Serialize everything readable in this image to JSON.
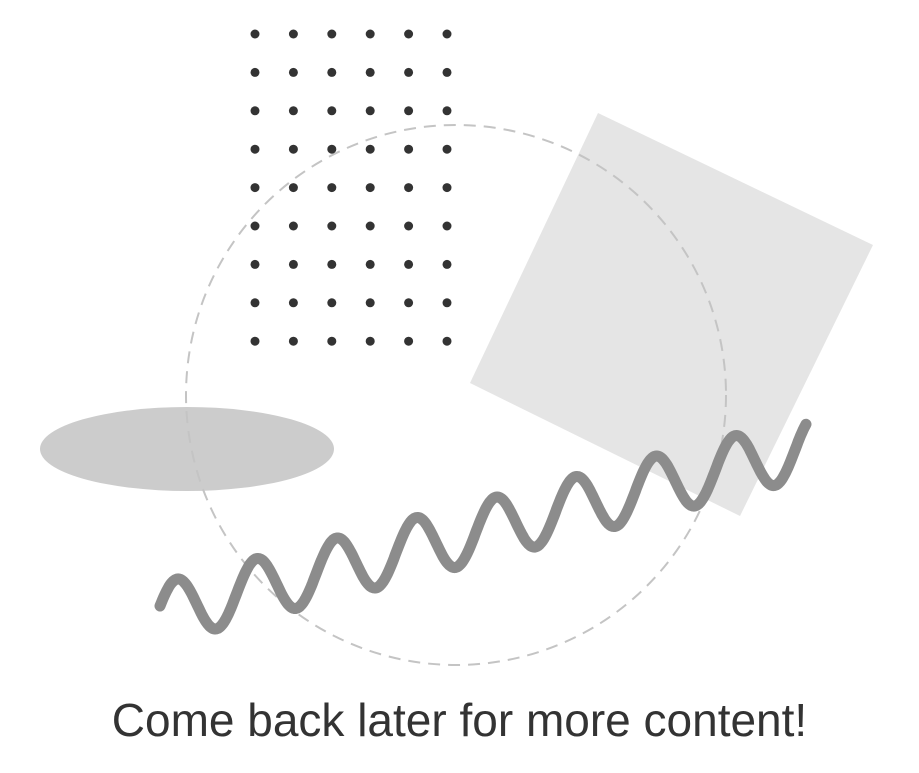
{
  "message": "Come back later for more content!",
  "colors": {
    "background": "#ffffff",
    "text": "#333333",
    "dots": "#333333",
    "dashed_circle": "#c4c4c4",
    "square_fill": "#e5e5e5",
    "ellipse_fill": "#cccccc",
    "wave_stroke": "#8c8c8c"
  },
  "illustration": {
    "dot_grid": {
      "rows": 9,
      "columns": 6
    }
  }
}
